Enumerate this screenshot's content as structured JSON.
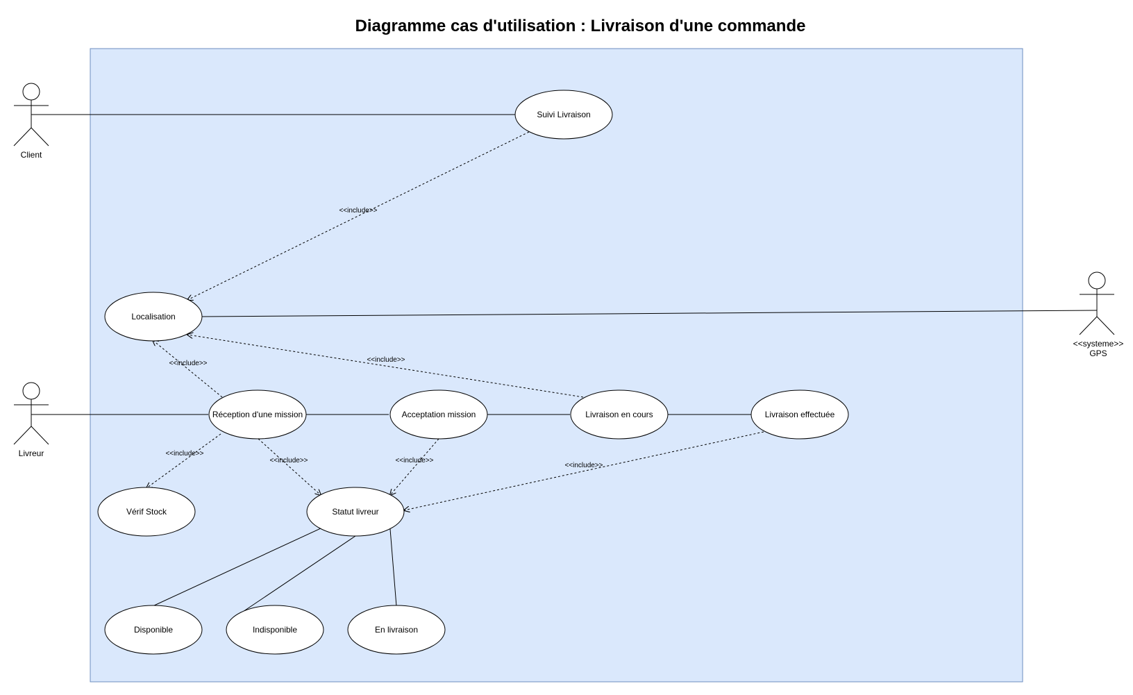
{
  "title": "Diagramme cas d'utilisation : Livraison d'une commande",
  "colors": {
    "system_fill": "#dae8fc",
    "system_stroke": "#6c8ebf",
    "usecase_fill": "#ffffff",
    "line": "#000000"
  },
  "actors": {
    "client": {
      "label": "Client"
    },
    "livreur": {
      "label": "Livreur"
    },
    "gps": {
      "stereotype": "<<systeme>>",
      "label": "GPS"
    }
  },
  "use_cases": {
    "suivi_livraison": "Suivi Livraison",
    "localisation": "Localisation",
    "reception_mission": "Réception d'une mission",
    "acceptation_mission": "Acceptation mission",
    "livraison_en_cours": "Livraison en cours",
    "livraison_effectuee": "Livraison effectuée",
    "verif_stock": "Vérif Stock",
    "statut_livreur": "Statut livreur",
    "disponible": "Disponible",
    "indisponible": "Indisponible",
    "en_livraison": "En livraison"
  },
  "relations": {
    "include_label": "<<include>>"
  }
}
